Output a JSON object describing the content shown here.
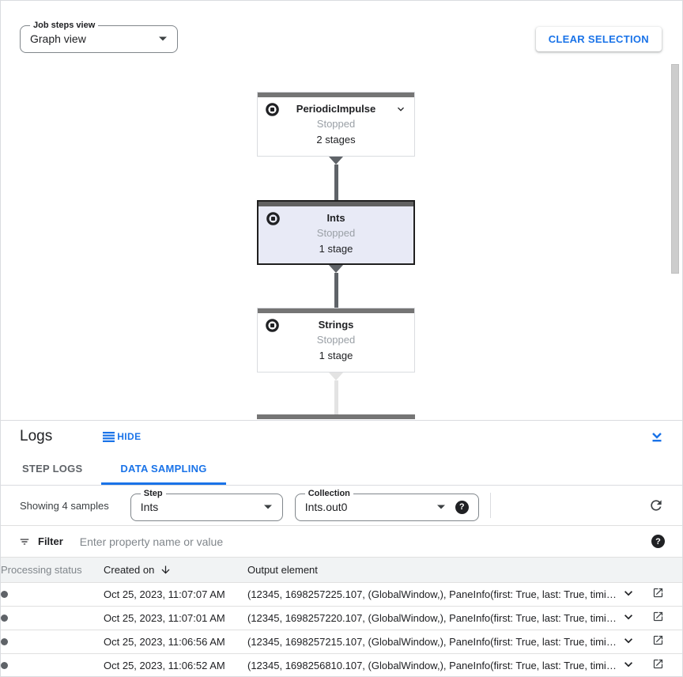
{
  "colors": {
    "accent": "#1a73e8",
    "selected_node_bg": "#e8eaf6",
    "node_top_bar": "#757575",
    "status_text": "#9aa0a6"
  },
  "icons": {
    "stop-icon": "circle-with-square",
    "chevron-down-icon": "v-chevron",
    "hide-lines-icon": "four-horizontal-lines",
    "collapse-panel-icon": "chevron-down-over-line",
    "dropdown-arrow-icon": "filled-triangle-down",
    "help-icon": "? in filled circle",
    "refresh-icon": "circular-arrow",
    "filter-icon": "three-stacked-lines",
    "sort-desc-icon": "arrow-down",
    "open-in-new-icon": "box-with-arrow"
  },
  "graph_toolbar": {
    "view_select": {
      "label": "Job steps view",
      "value": "Graph view"
    },
    "clear_selection_label": "CLEAR SELECTION"
  },
  "graph": {
    "nodes": [
      {
        "name": "PeriodicImpulse",
        "status": "Stopped",
        "stages": "2 stages",
        "selected": false,
        "expandable": true
      },
      {
        "name": "Ints",
        "status": "Stopped",
        "stages": "1 stage",
        "selected": true,
        "expandable": false
      },
      {
        "name": "Strings",
        "status": "Stopped",
        "stages": "1 stage",
        "selected": false,
        "expandable": false
      }
    ]
  },
  "logs_panel": {
    "title": "Logs",
    "hide_label": "HIDE",
    "tabs": [
      {
        "label": "STEP LOGS",
        "active": false
      },
      {
        "label": "DATA SAMPLING",
        "active": true
      }
    ],
    "sampling": {
      "showing_text": "Showing 4 samples",
      "step_select": {
        "label": "Step",
        "value": "Ints"
      },
      "collection_select": {
        "label": "Collection",
        "value": "Ints.out0"
      }
    },
    "filter": {
      "label": "Filter",
      "placeholder": "Enter property name or value"
    },
    "table": {
      "columns": {
        "status": "Processing status",
        "created": "Created on",
        "output": "Output element"
      },
      "rows": [
        {
          "created_on": "Oct 25, 2023, 11:07:07 AM",
          "output_element": "(12345, 1698257225.107, (GlobalWindow,), PaneInfo(first: True, last: True, timing…"
        },
        {
          "created_on": "Oct 25, 2023, 11:07:01 AM",
          "output_element": "(12345, 1698257220.107, (GlobalWindow,), PaneInfo(first: True, last: True, timing…"
        },
        {
          "created_on": "Oct 25, 2023, 11:06:56 AM",
          "output_element": "(12345, 1698257215.107, (GlobalWindow,), PaneInfo(first: True, last: True, timing…"
        },
        {
          "created_on": "Oct 25, 2023, 11:06:52 AM",
          "output_element": "(12345, 1698256810.107, (GlobalWindow,), PaneInfo(first: True, last: True, timing…"
        }
      ]
    }
  }
}
